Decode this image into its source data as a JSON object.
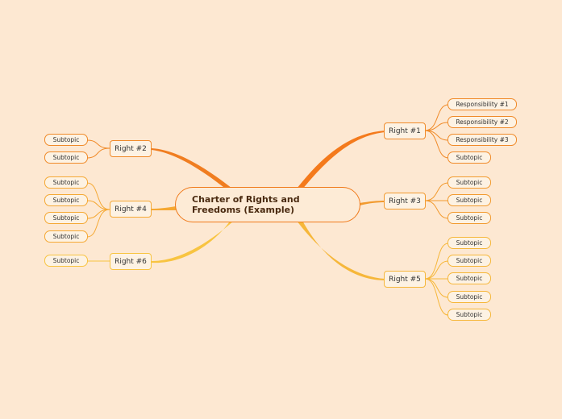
{
  "central": {
    "title": "Charter of Rights and Freedoms (Example)"
  },
  "branches": {
    "right1": {
      "label": "Right #1",
      "children": [
        "Responsibility #1",
        "Responsibility #2",
        "Responsibility #3",
        "Subtopic"
      ]
    },
    "right2": {
      "label": "Right #2",
      "children": [
        "Subtopic",
        "Subtopic"
      ]
    },
    "right3": {
      "label": "Right #3",
      "children": [
        "Subtopic",
        "Subtopic",
        "Subtopic"
      ]
    },
    "right4": {
      "label": "Right #4",
      "children": [
        "Subtopic",
        "Subtopic",
        "Subtopic",
        "Subtopic"
      ]
    },
    "right5": {
      "label": "Right #5",
      "children": [
        "Subtopic",
        "Subtopic",
        "Subtopic",
        "Subtopic",
        "Subtopic"
      ]
    },
    "right6": {
      "label": "Right #6",
      "children": [
        "Subtopic"
      ]
    }
  },
  "colors": {
    "background": "#fde8d2",
    "orange": "#f07a1a",
    "amber": "#f5a833",
    "yellow": "#f8c441"
  }
}
